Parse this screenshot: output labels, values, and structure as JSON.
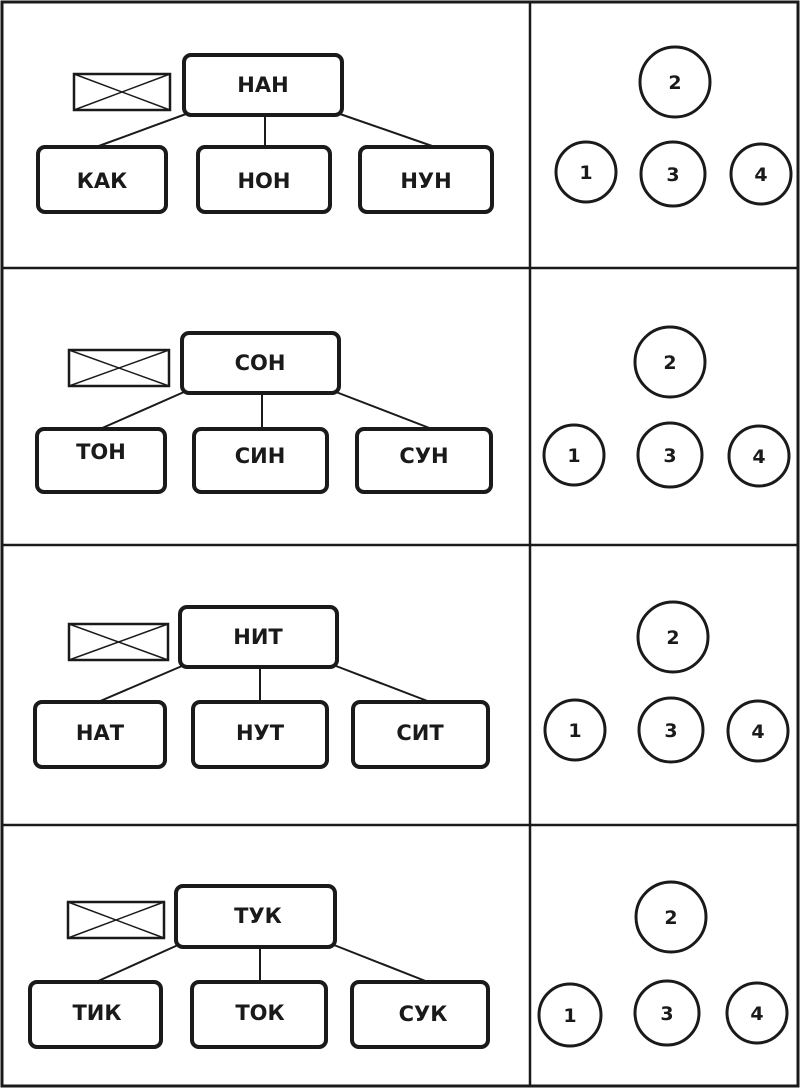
{
  "colors": {
    "ink": "#1a1a1a",
    "paper": "#ffffff"
  },
  "icons": {
    "crossed_box": "crossed-rectangle-icon"
  },
  "rows": [
    {
      "top": "НАН",
      "children": [
        "КАК",
        "НОН",
        "НУН"
      ],
      "circles": [
        "2",
        "1",
        "3",
        "4"
      ]
    },
    {
      "top": "СОН",
      "children": [
        "ТОН",
        "СИН",
        "СУН"
      ],
      "circles": [
        "2",
        "1",
        "3",
        "4"
      ]
    },
    {
      "top": "НИТ",
      "children": [
        "НАТ",
        "НУТ",
        "СИТ"
      ],
      "circles": [
        "2",
        "1",
        "3",
        "4"
      ]
    },
    {
      "top": "ТУК",
      "children": [
        "ТИК",
        "ТОК",
        "СУК"
      ],
      "circles": [
        "2",
        "1",
        "3",
        "4"
      ]
    }
  ]
}
